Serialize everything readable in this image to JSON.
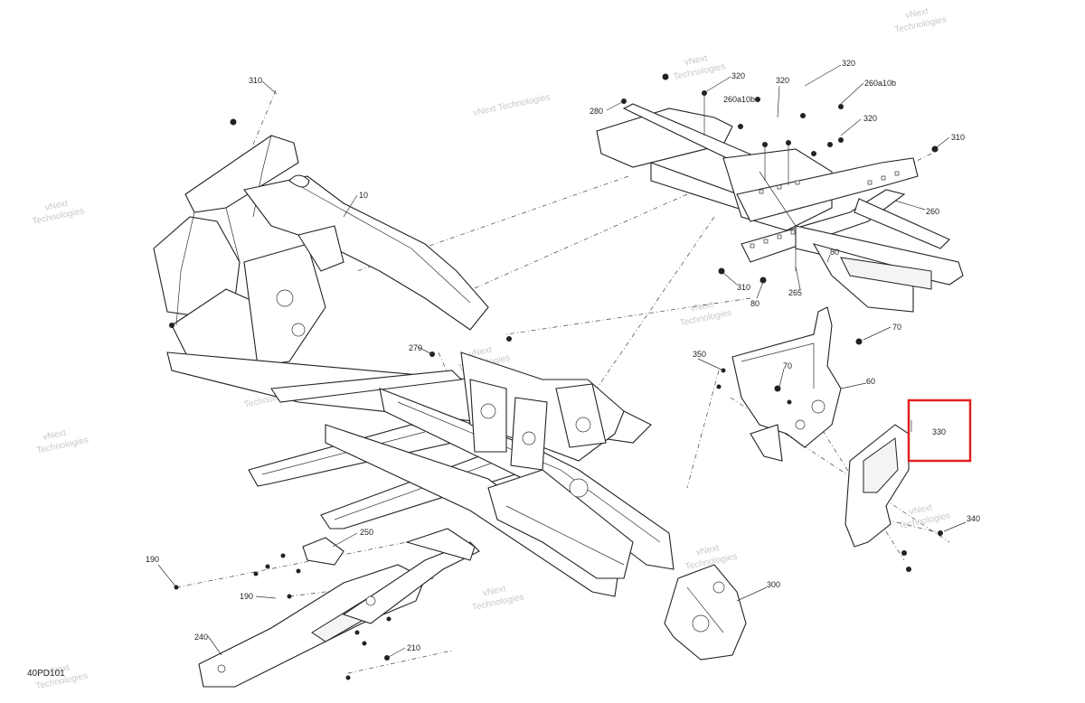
{
  "diagram_code": "40PD101",
  "watermark": {
    "line1": "vNext",
    "line2": "Technologies",
    "line_combined": "vNext Technologies"
  },
  "highlight": {
    "label": "330",
    "color": "#e0201f"
  },
  "callouts": [
    "310",
    "10",
    "270",
    "190",
    "190",
    "240",
    "250",
    "210",
    "280",
    "320",
    "320",
    "320",
    "320",
    "260a10b",
    "260a10b",
    "310",
    "260",
    "80",
    "80",
    "310",
    "265",
    "70",
    "70",
    "350",
    "60",
    "330",
    "340",
    "300"
  ]
}
